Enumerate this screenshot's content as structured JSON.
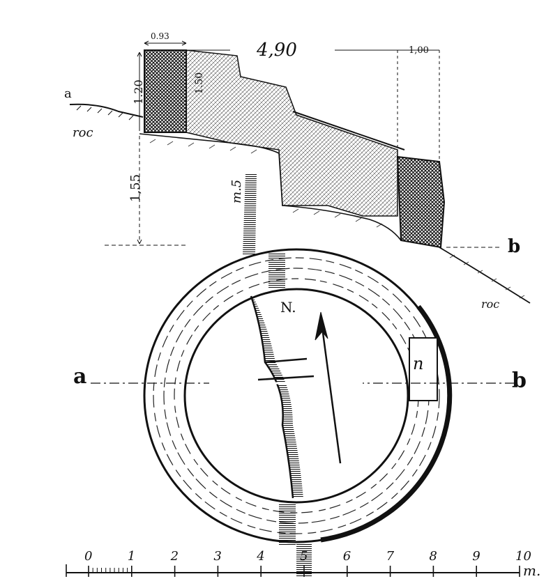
{
  "section": {
    "dim_top_wall": "0.93",
    "dim_length": "4,90",
    "dim_right_wall": "1,00",
    "dim_height_left": "1.20",
    "dim_height_inner": "1.50",
    "dim_depth": "1,55",
    "dim_m5": "m.5",
    "label_a": "a",
    "label_b": "b",
    "roc_left": "roc",
    "roc_right": "roc"
  },
  "plan": {
    "north_label": "N.",
    "label_a": "a",
    "label_b": "b",
    "niche_label": "n"
  },
  "scale_bar": {
    "ticks": [
      "0",
      "1",
      "2",
      "3",
      "4",
      "5",
      "6",
      "7",
      "8",
      "9",
      "10"
    ],
    "unit": "m."
  },
  "colors": {
    "ink": "#111111",
    "paper": "#ffffff"
  }
}
